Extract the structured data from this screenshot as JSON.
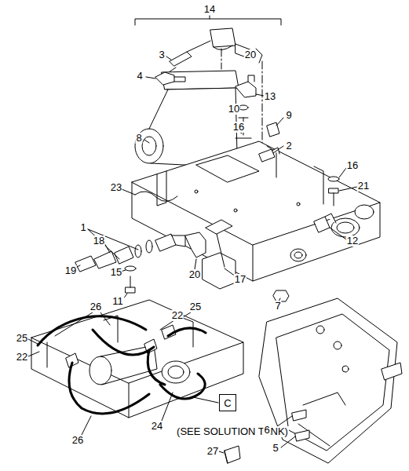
{
  "diagram": {
    "nodes": [
      {
        "text": [
          "C"
        ]
      }
    ],
    "labels": [
      "14",
      "3",
      "20",
      "4",
      "13",
      "10",
      "16",
      "8",
      "9",
      "2",
      "16",
      "21",
      "23",
      "1",
      "18",
      "19",
      "12",
      "15",
      "20",
      "17",
      "11",
      "7",
      "26",
      "22",
      "25",
      "25",
      "22",
      "24",
      "26",
      "(SEE SOLUTION TANK)",
      "6",
      "5",
      "27"
    ]
  }
}
